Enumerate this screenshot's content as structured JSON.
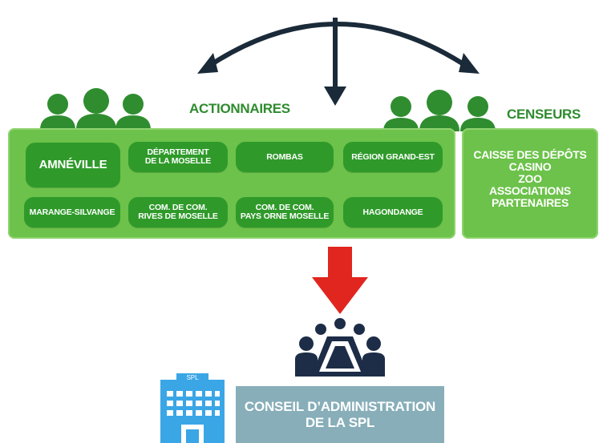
{
  "colors": {
    "panel_green": "#6cc24a",
    "pill_green": "#2f9a2a",
    "heading_green": "#2e8b2e",
    "person_green": "#2f8d2f",
    "arrow_dark": "#1a2a38",
    "down_arrow_red": "#e0261e",
    "building_blue": "#3aa6e6",
    "conseil_box": "#87aeb9",
    "meeting_navy": "#1d2d47"
  },
  "headings": {
    "actionnaires": "ACTIONNAIRES",
    "censeurs": "CENSEURS"
  },
  "actionnaires": [
    "AMNÉVILLE",
    "DÉPARTEMENT\nDE LA MOSELLE",
    "ROMBAS",
    "RÉGION GRAND-EST",
    "MARANGE-SILVANGE",
    "COM. de COM.\nRIVES DE MOSELLE",
    "COM. de COM.\nPAYS ORNE MOSELLE",
    "HAGONDANGE"
  ],
  "censeurs": [
    "CAISSE DES DÉPÔTS",
    "CASINO",
    "ZOO",
    "ASSOCIATIONS",
    "PARTENAIRES"
  ],
  "building_label": "SPL",
  "conseil": {
    "line1": "CONSEIL D’ADMINISTRATION",
    "line2": "DE LA SPL"
  },
  "icons": [
    "people-group-icon",
    "double-curved-arrow-icon",
    "down-arrow-icon",
    "meeting-table-icon",
    "building-icon"
  ]
}
